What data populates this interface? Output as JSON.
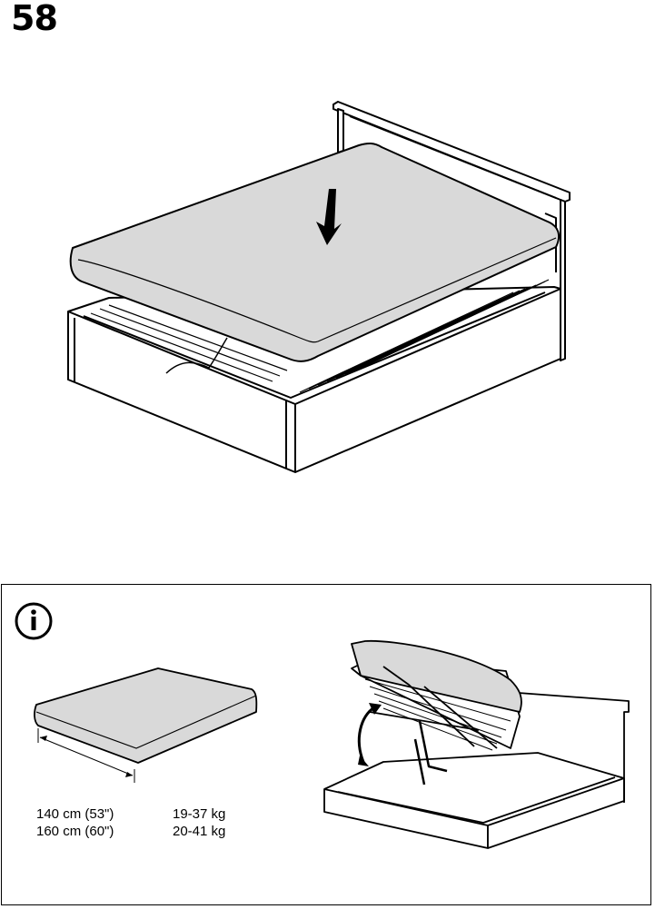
{
  "step": {
    "number": "58"
  },
  "info": {
    "icon": "info-icon",
    "mattress_specs": [
      {
        "size": "140 cm (53\")",
        "weight": "19-37 kg"
      },
      {
        "size": "160 cm (60\")",
        "weight": "20-41 kg"
      }
    ]
  },
  "colors": {
    "mattress": "#d9d9d9",
    "line": "#000000",
    "background": "#ffffff"
  }
}
